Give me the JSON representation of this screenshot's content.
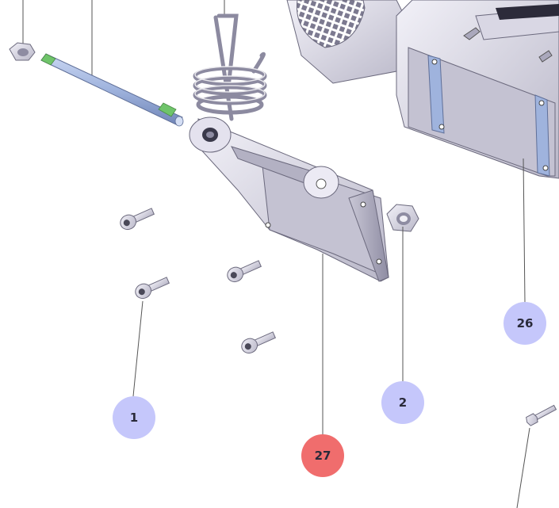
{
  "diagram": {
    "callouts": [
      {
        "id": "callout-1",
        "label": "1",
        "fill": "#c5c7fb",
        "highlighted": false
      },
      {
        "id": "callout-2",
        "label": "2",
        "fill": "#c5c7fb",
        "highlighted": false
      },
      {
        "id": "callout-26",
        "label": "26",
        "fill": "#c5c7fb",
        "highlighted": false
      },
      {
        "id": "callout-27",
        "label": "27",
        "fill": "#f06d6d",
        "highlighted": true
      }
    ],
    "text_color": "#2a2a3a",
    "part_color": "#d8d6e4"
  }
}
